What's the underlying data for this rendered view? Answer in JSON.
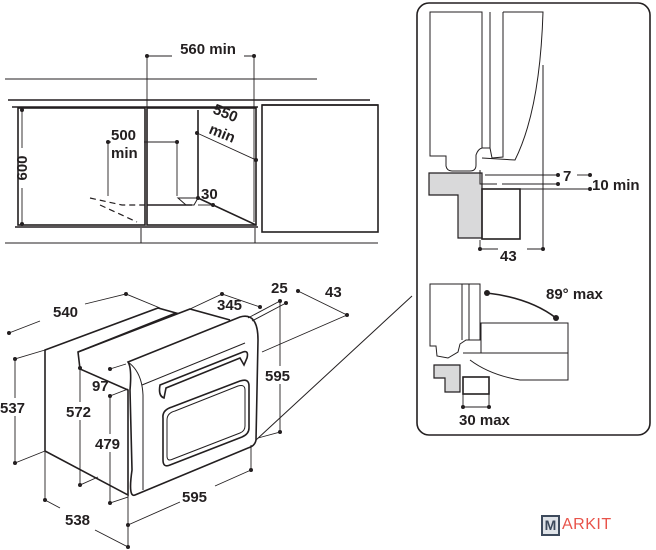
{
  "installation_view": {
    "width_min": "560 min",
    "height": "600",
    "depth_min_value": "500",
    "depth_min_unit": "min",
    "diagonal_min_value": "550",
    "diagonal_min_unit": "min",
    "gap": "30"
  },
  "oven_dimensions": {
    "depth_total": "540",
    "depth_panel": "345",
    "front_thickness": "25",
    "door_offset": "43",
    "front_height": "595",
    "body_height": "537",
    "body_height_inner": "572",
    "control_height": "97",
    "door_height": "479",
    "body_width": "538",
    "front_width": "595"
  },
  "detail_inset": {
    "gap_small": "7",
    "gap_min": "10 min",
    "offset": "43",
    "door_angle": "89° max",
    "hinge_clearance": "30 max"
  },
  "logo": {
    "text": "MARKIT",
    "mark": "M",
    "rest": "ARKIT",
    "accent": "#e8534a",
    "dark": "#3d4a5c"
  }
}
